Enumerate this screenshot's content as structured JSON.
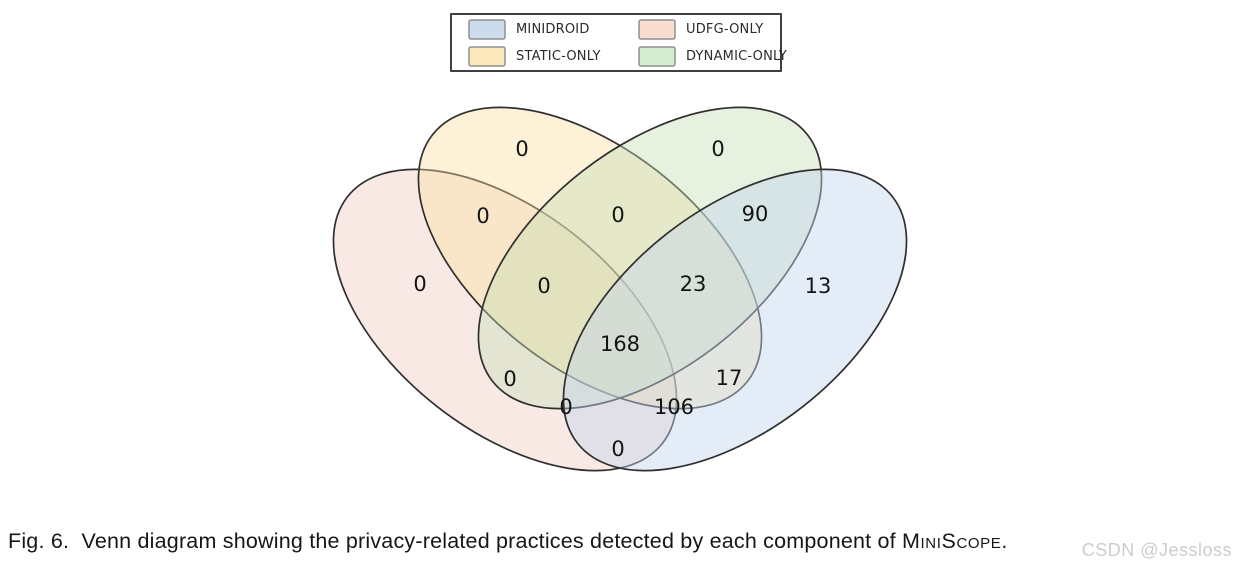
{
  "legend": {
    "items": [
      {
        "label": "MINIDROID",
        "color": "#ccdcec"
      },
      {
        "label": "UDFG-ONLY",
        "color": "#f8ddd0"
      },
      {
        "label": "STATIC-ONLY",
        "color": "#fbe9bb"
      },
      {
        "label": "DYNAMIC-ONLY",
        "color": "#d5ecd0"
      }
    ],
    "swatch_border_color": "#8f8f8f"
  },
  "venn": {
    "sets": [
      {
        "name": "UDFG-ONLY",
        "fill": "rgba(240,200,189,0.40)"
      },
      {
        "name": "STATIC-ONLY",
        "fill": "rgba(250,223,155,0.40)"
      },
      {
        "name": "DYNAMIC-ONLY",
        "fill": "rgba(198,222,182,0.42)"
      },
      {
        "name": "MINIDROID",
        "fill": "rgba(196,213,237,0.45)"
      }
    ],
    "outline_color": "#303030"
  },
  "chart_data": {
    "type": "venn",
    "title": "Privacy-related practices detected by each component of MiniScope",
    "sets": [
      "MINIDROID",
      "STATIC-ONLY",
      "UDFG-ONLY",
      "DYNAMIC-ONLY"
    ],
    "legend_position": "top",
    "regions": [
      {
        "sets": [
          "STATIC-ONLY"
        ],
        "value": 0
      },
      {
        "sets": [
          "DYNAMIC-ONLY"
        ],
        "value": 0
      },
      {
        "sets": [
          "UDFG-ONLY",
          "STATIC-ONLY"
        ],
        "value": 0
      },
      {
        "sets": [
          "STATIC-ONLY",
          "DYNAMIC-ONLY"
        ],
        "value": 0
      },
      {
        "sets": [
          "DYNAMIC-ONLY",
          "MINIDROID"
        ],
        "value": 90
      },
      {
        "sets": [
          "UDFG-ONLY"
        ],
        "value": 0
      },
      {
        "sets": [
          "UDFG-ONLY",
          "STATIC-ONLY",
          "DYNAMIC-ONLY"
        ],
        "value": 0
      },
      {
        "sets": [
          "STATIC-ONLY",
          "DYNAMIC-ONLY",
          "MINIDROID"
        ],
        "value": 23
      },
      {
        "sets": [
          "MINIDROID"
        ],
        "value": 13
      },
      {
        "sets": [
          "UDFG-ONLY",
          "STATIC-ONLY",
          "DYNAMIC-ONLY",
          "MINIDROID"
        ],
        "value": 168
      },
      {
        "sets": [
          "UDFG-ONLY",
          "DYNAMIC-ONLY"
        ],
        "value": 0
      },
      {
        "sets": [
          "STATIC-ONLY",
          "MINIDROID"
        ],
        "value": 17
      },
      {
        "sets": [
          "UDFG-ONLY",
          "DYNAMIC-ONLY",
          "MINIDROID"
        ],
        "value": 0
      },
      {
        "sets": [
          "UDFG-ONLY",
          "STATIC-ONLY",
          "MINIDROID"
        ],
        "value": 106
      },
      {
        "sets": [
          "UDFG-ONLY",
          "MINIDROID"
        ],
        "value": 0
      }
    ]
  },
  "caption": {
    "prefix": "Fig. 6.  Venn diagram showing the privacy-related practices detected by each component of ",
    "brand": "MiniScope",
    "suffix": "."
  },
  "watermark": "CSDN @Jessloss"
}
